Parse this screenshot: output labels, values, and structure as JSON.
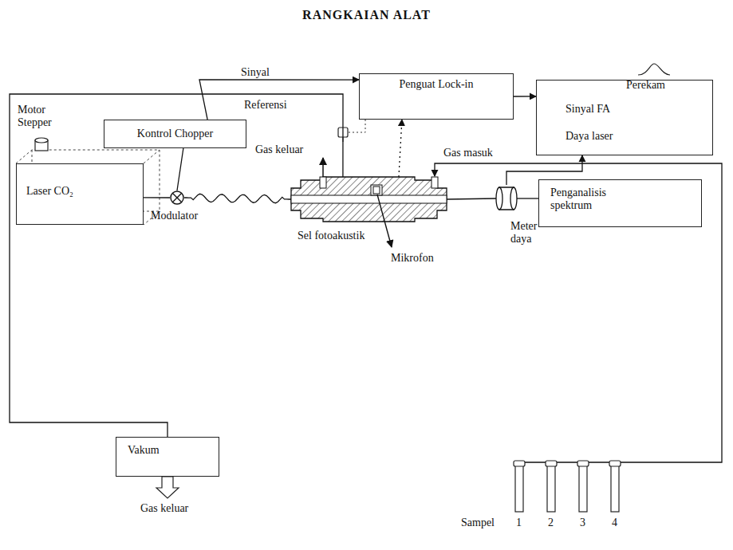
{
  "diagram": {
    "title": "RANGKAIAN ALAT",
    "nodes": [
      {
        "text": [
          "Penguat Lock-in"
        ]
      },
      {
        "text": [
          "Perekam",
          "Sinyal FA",
          "Daya laser"
        ]
      },
      {
        "text": [
          "Kontrol Chopper"
        ]
      },
      {
        "text": [
          "Laser CO₂"
        ]
      },
      {
        "text": [
          "Modulator"
        ]
      },
      {
        "text": [
          "Sel fotoakustik"
        ]
      },
      {
        "text": [
          "Meter daya"
        ]
      },
      {
        "text": [
          "Penganalisis spektrum"
        ]
      },
      {
        "text": [
          "Vakum"
        ]
      }
    ],
    "edges": [
      {
        "from": 2,
        "to": 0,
        "label": "Sinyal",
        "arrow": "to"
      },
      {
        "from": 4,
        "to": 2,
        "arrow": "none"
      },
      {
        "from": 5,
        "to": 0,
        "arrow": "to"
      },
      {
        "from": 0,
        "to": 1,
        "arrow": "to"
      },
      {
        "from": 3,
        "to": 4,
        "arrow": "none"
      },
      {
        "from": 4,
        "to": 5,
        "arrow": "none"
      },
      {
        "from": 5,
        "to": 6,
        "arrow": "none"
      },
      {
        "from": 6,
        "to": 7,
        "arrow": "none"
      },
      {
        "from": 6,
        "to": 1,
        "arrow": "to"
      },
      {
        "from": 8,
        "to": 5,
        "arrow": "none"
      }
    ],
    "labels": [
      "Motor Stepper",
      "Referensi",
      "Gas keluar",
      "Gas masuk",
      "Mikrofon",
      "Gas keluar",
      "Sampel",
      "1",
      "2",
      "3",
      "4"
    ]
  }
}
